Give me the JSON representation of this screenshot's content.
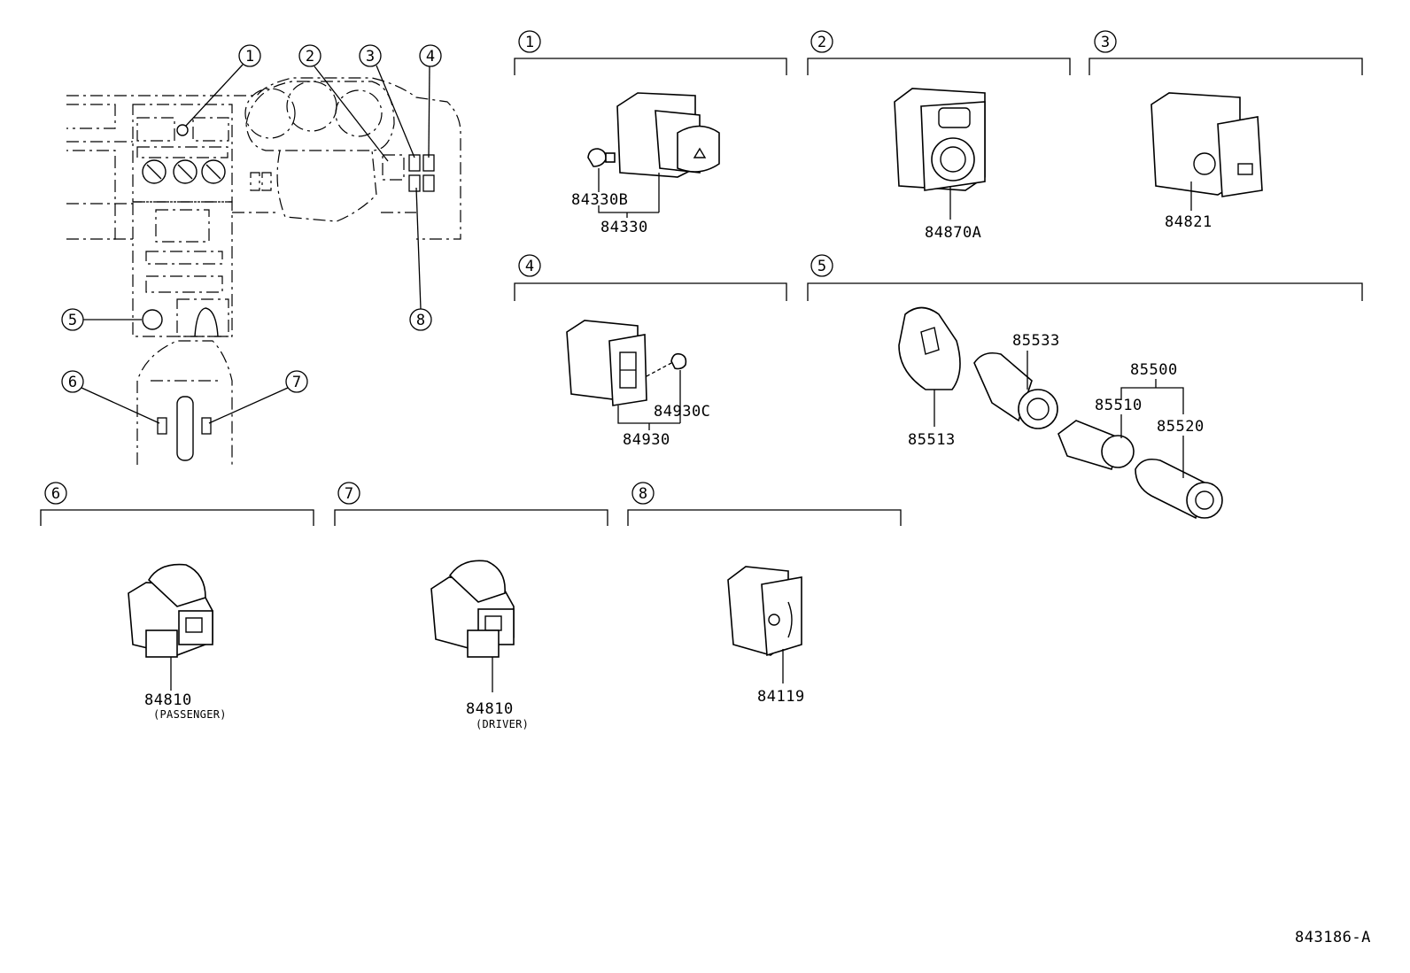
{
  "diagram_id": "843186-A",
  "callouts": [
    "1",
    "2",
    "3",
    "4",
    "5",
    "6",
    "7",
    "8"
  ],
  "groups": {
    "g1": {
      "number": "1",
      "parts": [
        "84330B",
        "84330"
      ]
    },
    "g2": {
      "number": "2",
      "parts": [
        "84870A"
      ]
    },
    "g3": {
      "number": "3",
      "parts": [
        "84821"
      ]
    },
    "g4": {
      "number": "4",
      "parts": [
        "84930C",
        "84930"
      ]
    },
    "g5": {
      "number": "5",
      "parts": [
        "85533",
        "85500",
        "85510",
        "85520",
        "85513"
      ]
    },
    "g6": {
      "number": "6",
      "parts": [
        "84810"
      ],
      "note": "(PASSENGER)"
    },
    "g7": {
      "number": "7",
      "parts": [
        "84810"
      ],
      "note": "(DRIVER)"
    },
    "g8": {
      "number": "8",
      "parts": [
        "84119"
      ]
    }
  }
}
